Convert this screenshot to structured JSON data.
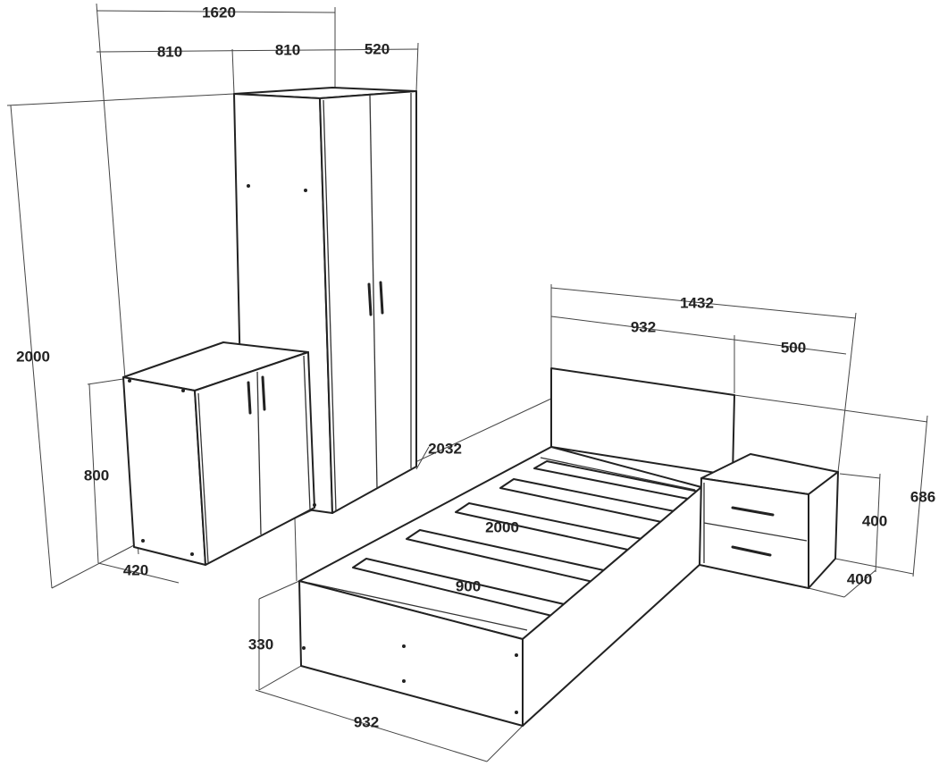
{
  "dimensions": {
    "wardrobe_total_width": "1620",
    "wardrobe_left_width": "810",
    "wardrobe_right_width": "810",
    "wardrobe_depth": "520",
    "wardrobe_height": "2000",
    "cabinet_height": "800",
    "cabinet_depth": "420",
    "bed_total_length": "2032",
    "bed_headboard_total": "1432",
    "bed_headboard_width": "932",
    "nightstand_offset": "500",
    "nightstand_top_height": "686",
    "nightstand_height": "400",
    "nightstand_depth": "400",
    "bed_inner_length": "2000",
    "bed_inner_width": "900",
    "bed_frame_height": "330",
    "bed_outer_width": "932"
  }
}
